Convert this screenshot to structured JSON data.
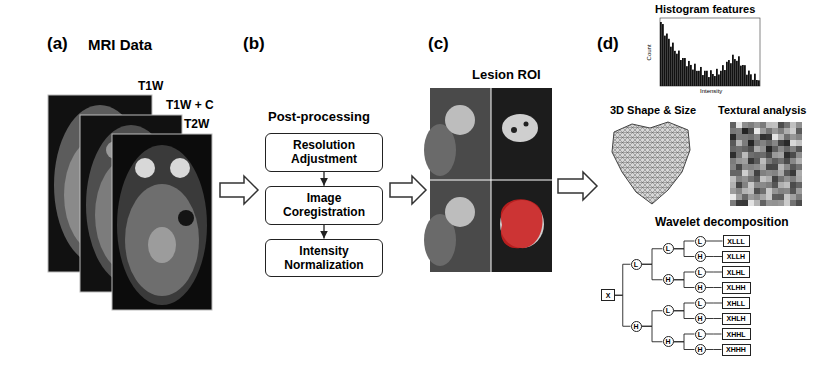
{
  "diagram": {
    "nodes": [
      {
        "text": [
          "Resolution Adjustment"
        ]
      },
      {
        "text": [
          "Image Coregistration"
        ]
      },
      {
        "text": [
          "Intensity Normalization"
        ]
      },
      {
        "text": [
          "X"
        ]
      },
      {
        "text": [
          "L"
        ]
      },
      {
        "text": [
          "H"
        ]
      },
      {
        "text": [
          "L"
        ]
      },
      {
        "text": [
          "H"
        ]
      },
      {
        "text": [
          "L"
        ]
      },
      {
        "text": [
          "H"
        ]
      },
      {
        "text": [
          "L"
        ]
      },
      {
        "text": [
          "H"
        ]
      },
      {
        "text": [
          "L"
        ]
      },
      {
        "text": [
          "H"
        ]
      },
      {
        "text": [
          "L"
        ]
      },
      {
        "text": [
          "H"
        ]
      },
      {
        "text": [
          "L"
        ]
      },
      {
        "text": [
          "H"
        ]
      },
      {
        "text": [
          "XLLL"
        ]
      },
      {
        "text": [
          "XLLH"
        ]
      },
      {
        "text": [
          "XLHL"
        ]
      },
      {
        "text": [
          "XLHH"
        ]
      },
      {
        "text": [
          "XHLL"
        ]
      },
      {
        "text": [
          "XHLH"
        ]
      },
      {
        "text": [
          "XHHL"
        ]
      },
      {
        "text": [
          "XHHH"
        ]
      }
    ],
    "edges": [
      {
        "from": 0,
        "to": 1,
        "arrow": "to"
      },
      {
        "from": 1,
        "to": 2,
        "arrow": "to"
      },
      {
        "from": 3,
        "to": 4,
        "arrow": "none"
      },
      {
        "from": 3,
        "to": 5,
        "arrow": "none"
      },
      {
        "from": 4,
        "to": 6,
        "arrow": "none"
      },
      {
        "from": 4,
        "to": 7,
        "arrow": "none"
      },
      {
        "from": 5,
        "to": 8,
        "arrow": "none"
      },
      {
        "from": 5,
        "to": 9,
        "arrow": "none"
      },
      {
        "from": 6,
        "to": 10,
        "arrow": "none"
      },
      {
        "from": 6,
        "to": 11,
        "arrow": "none"
      },
      {
        "from": 7,
        "to": 12,
        "arrow": "none"
      },
      {
        "from": 7,
        "to": 13,
        "arrow": "none"
      },
      {
        "from": 8,
        "to": 14,
        "arrow": "none"
      },
      {
        "from": 8,
        "to": 15,
        "arrow": "none"
      },
      {
        "from": 9,
        "to": 16,
        "arrow": "none"
      },
      {
        "from": 9,
        "to": 17,
        "arrow": "none"
      },
      {
        "from": 10,
        "to": 18,
        "arrow": "none"
      },
      {
        "from": 11,
        "to": 19,
        "arrow": "none"
      },
      {
        "from": 12,
        "to": 20,
        "arrow": "none"
      },
      {
        "from": 13,
        "to": 21,
        "arrow": "none"
      },
      {
        "from": 14,
        "to": 22,
        "arrow": "none"
      },
      {
        "from": 15,
        "to": 23,
        "arrow": "none"
      },
      {
        "from": 16,
        "to": 24,
        "arrow": "none"
      },
      {
        "from": 17,
        "to": 25,
        "arrow": "none"
      }
    ],
    "labels": [
      "(a)",
      "MRI Data",
      "T1W",
      "T1W + C",
      "T2W",
      "(b)",
      "Post-processing",
      "(c)",
      "Lesion ROI",
      "(d)",
      "Histogram features",
      "Count",
      "Intensity",
      "3D Shape & Size",
      "Textural analysis",
      "Wavelet decomposition"
    ]
  }
}
